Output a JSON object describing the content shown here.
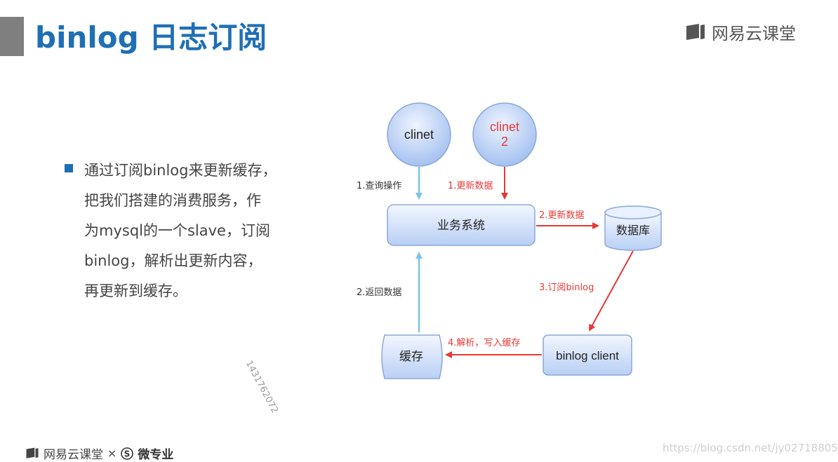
{
  "header": {
    "title": "binlog 日志订阅",
    "brand": "网易云课堂"
  },
  "bullet": {
    "lines": [
      "通过订阅binlog来更新缓存，",
      "把我们搭建的消费服务，作",
      "为mysql的一个slave，订阅",
      "binlog，解析出更新内容，",
      "再更新到缓存。"
    ]
  },
  "diagram": {
    "client1": "clinet",
    "client2_line1": "clinet",
    "client2_line2": "2",
    "business_system": "业务系统",
    "database": "数据库",
    "cache": "缓存",
    "binlog_client": "binlog client",
    "edges": {
      "query": "1.查询操作",
      "update_request": "1.更新数据",
      "update_db": "2.更新数据",
      "subscribe": "3.订阅binlog",
      "parse_write": "4.解析，写入缓存",
      "return_data": "2.返回数据"
    },
    "colors": {
      "node_fill_light": "#eaf1ff",
      "node_fill_dark": "#9dbdf0",
      "node_stroke": "#8aa8d8",
      "red": "#e53935",
      "blue_arrow": "#7cc3ea",
      "client2_text": "#e53935"
    }
  },
  "watermark_id": "1431762072",
  "footer": {
    "brand": "网易云课堂",
    "times": "×",
    "partner": "微专业",
    "csdn_url": "https://blog.csdn.net/jy02718805"
  }
}
